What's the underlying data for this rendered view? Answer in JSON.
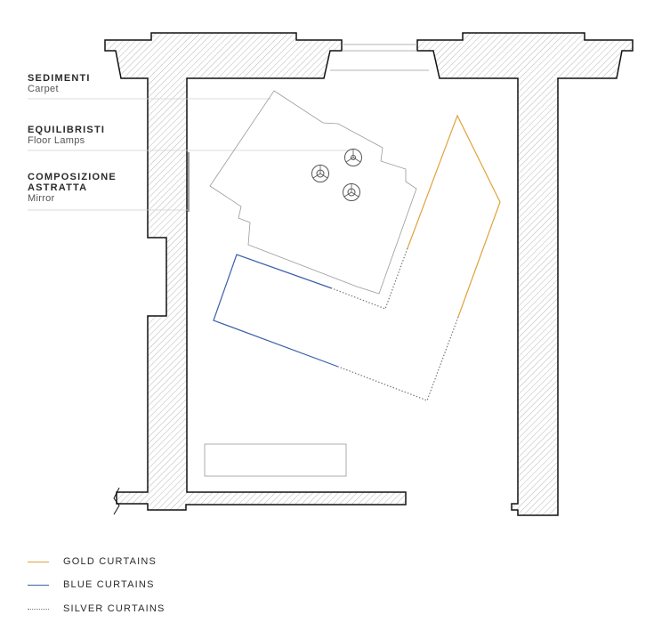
{
  "labels": [
    {
      "title": "SEDIMENTI",
      "subtitle": "Carpet"
    },
    {
      "title": "EQUILIBRISTI",
      "subtitle": "Floor Lamps"
    },
    {
      "title": "COMPOSIZIONE ASTRATTA",
      "subtitle": "Mirror"
    }
  ],
  "legend": [
    {
      "label": "GOLD CURTAINS",
      "color": "#e0a23a",
      "style": "solid"
    },
    {
      "label": "BLUE CURTAINS",
      "color": "#3b5ea8",
      "style": "solid"
    },
    {
      "label": "SILVER CURTAINS",
      "color": "#888888",
      "style": "dotted"
    }
  ],
  "colors": {
    "wall": "#111111",
    "hatch": "#b8b8b8",
    "thin_line": "#9a9a9a",
    "gold": "#e0a23a",
    "blue": "#3b5ea8",
    "silver": "#777777"
  }
}
